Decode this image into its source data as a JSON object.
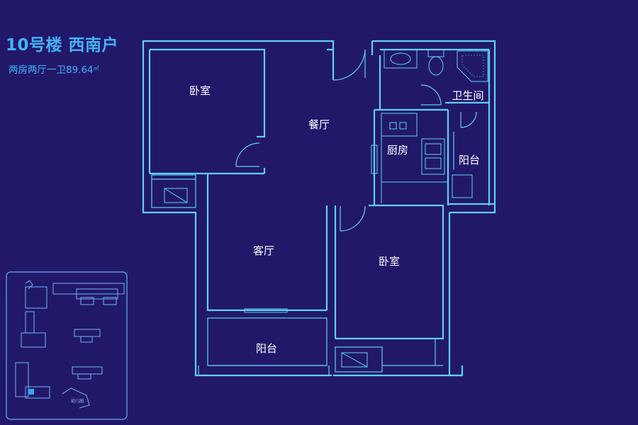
{
  "header": {
    "title": "10号楼 西南户",
    "subtitle": "两房两厅一卫89.64",
    "unit_sup": "㎡"
  },
  "rooms": {
    "bedroom_north": "卧室",
    "dining": "餐厅",
    "bathroom": "卫生间",
    "kitchen": "厨房",
    "balcony_east": "阳台",
    "living": "客厅",
    "bedroom_south": "卧室",
    "balcony_south": "阳台"
  },
  "site_map": {
    "kindergarten_label": "幼儿园"
  },
  "colors": {
    "background": "#22186a",
    "line": "#5fd0f6",
    "title": "#41b4f4"
  }
}
